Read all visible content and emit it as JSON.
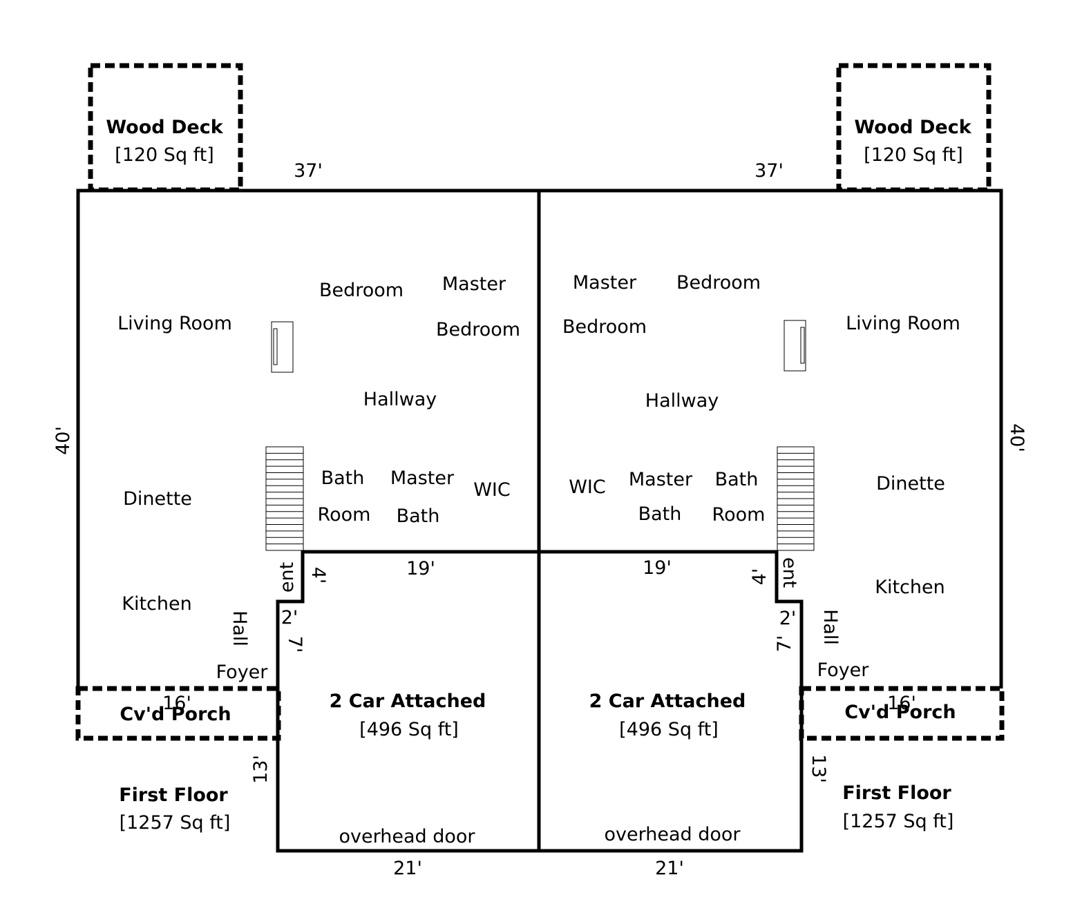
{
  "deck_left": {
    "title": "Wood Deck",
    "area": "[120 Sq ft]"
  },
  "deck_right": {
    "title": "Wood Deck",
    "area": "[120 Sq ft]"
  },
  "dims": {
    "top_left": "37'",
    "top_right": "37'",
    "side_left": "40'",
    "side_right": "40'",
    "garage_top_left": "19'",
    "garage_top_right": "19'",
    "ent_left": "4'",
    "ent_right": "4'",
    "step_left": "2'",
    "step_right": "2'",
    "hall_left": "7'",
    "hall_right": "7'",
    "porch_left": "16'",
    "porch_right": "16'",
    "garage_side_left": "13'",
    "garage_side_right": "13'",
    "garage_bottom_left": "21'",
    "garage_bottom_right": "21'"
  },
  "rooms_left": {
    "living": "Living Room",
    "bedroom": "Bedroom",
    "master1": "Master",
    "master2": "Bedroom",
    "hallway": "Hallway",
    "dinette": "Dinette",
    "bath1": "Bath",
    "bath2": "Room",
    "mbath1": "Master",
    "mbath2": "Bath",
    "wic": "WIC",
    "ent": "ent",
    "kitchen": "Kitchen",
    "hall": "Hall",
    "foyer": "Foyer",
    "porch": "Cv'd Porch",
    "garage_title": "2 Car Attached",
    "garage_area": "[496 Sq ft]",
    "door": "overhead door",
    "floor_title": "First Floor",
    "floor_area": "[1257 Sq ft]"
  },
  "rooms_right": {
    "living": "Living Room",
    "bedroom": "Bedroom",
    "master1": "Master",
    "master2": "Bedroom",
    "hallway": "Hallway",
    "dinette": "Dinette",
    "bath1": "Bath",
    "bath2": "Room",
    "mbath1": "Master",
    "mbath2": "Bath",
    "wic": "WIC",
    "ent": "ent",
    "kitchen": "Kitchen",
    "hall": "Hall",
    "foyer": "Foyer",
    "porch": "Cv'd Porch",
    "garage_title": "2 Car Attached",
    "garage_area": "[496 Sq ft]",
    "door": "overhead door",
    "floor_title": "First Floor",
    "floor_area": "[1257 Sq ft]"
  }
}
